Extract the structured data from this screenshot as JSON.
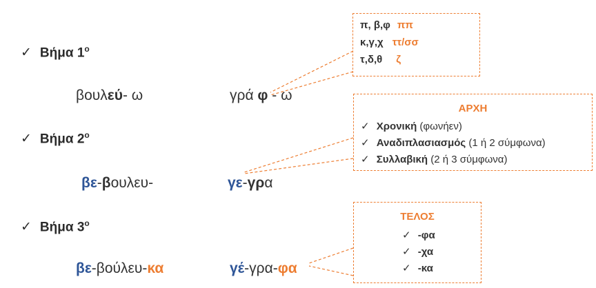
{
  "steps": [
    {
      "check": "✓",
      "label": "Βήμα 1",
      "sup": "ο"
    },
    {
      "check": "✓",
      "label": "Βήμα 2",
      "sup": "ο"
    },
    {
      "check": "✓",
      "label": "Βήμα 3",
      "sup": "ο"
    }
  ],
  "row1": {
    "w1": {
      "pre": "βουλ",
      "bold": "εύ",
      "post": "- ω"
    },
    "w2": {
      "pre": "γρά ",
      "bold": "φ",
      "post": " - ω"
    }
  },
  "row2": {
    "w1": {
      "p1": "βε",
      "p2": "-",
      "p3": "β",
      "p4": "ουλευ-"
    },
    "w2": {
      "p1": "γε",
      "p2": "-",
      "p3": "γρ",
      "p4": "α"
    }
  },
  "row3": {
    "w1": {
      "p1": "βε",
      "p2": "-βούλευ-",
      "p3": "κα"
    },
    "w2": {
      "p1": "γέ",
      "p2": "-γρα-",
      "p3": "φα"
    }
  },
  "box1": {
    "lines": [
      {
        "left": "π, β,φ",
        "right": "ππ"
      },
      {
        "left": "κ,γ,χ",
        "right": "ττ/σσ"
      },
      {
        "left": "τ,δ,θ",
        "right": "ζ"
      }
    ]
  },
  "box2": {
    "title": "ΑΡΧΗ",
    "items": [
      {
        "check": "✓",
        "bold": "Χρονική",
        "rest": " (φωνήεν)"
      },
      {
        "check": "✓",
        "bold": "Αναδιπλασιασμός",
        "rest": " (1 ή 2 σύμφωνα)"
      },
      {
        "check": "✓",
        "bold": "Συλλαβική",
        "rest": " (2 ή 3 σύμφωνα)"
      }
    ]
  },
  "box3": {
    "title": "ΤΕΛΟΣ",
    "items": [
      {
        "check": "✓",
        "text": "-φα"
      },
      {
        "check": "✓",
        "text": "-χα"
      },
      {
        "check": "✓",
        "text": "-κα"
      }
    ]
  },
  "colors": {
    "blue": "#2e5597",
    "orange": "#ed7d31",
    "text": "#333333"
  }
}
